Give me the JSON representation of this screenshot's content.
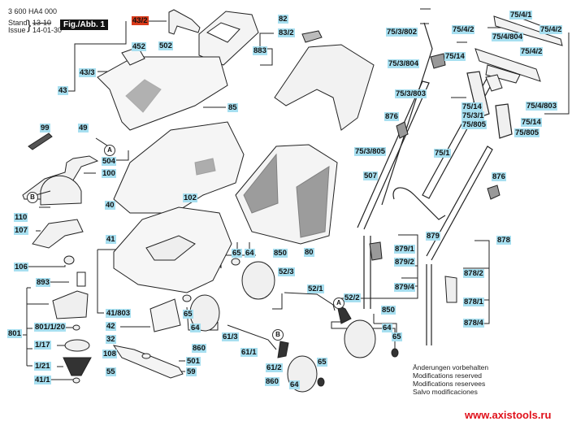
{
  "header": {
    "part_number": "3 600 HA4 000",
    "stand_label": "Stand",
    "issue_label": "Issue",
    "stand_value": "13-10",
    "issue_value": "14-01-30",
    "figure_label": "Fig./Abb. 1"
  },
  "colors": {
    "label_bg": "#a7dff0",
    "highlight_bg": "#d93a1a",
    "watermark": "#e0101a"
  },
  "labels": {
    "l43_2": "43/2",
    "l452": "452",
    "l502": "502",
    "l82": "82",
    "l83_2": "83/2",
    "l883": "883",
    "l43_3": "43/3",
    "l43": "43",
    "l85": "85",
    "l99": "99",
    "l49": "49",
    "l504": "504",
    "l100": "100",
    "l40": "40",
    "l102": "102",
    "l110": "110",
    "l107": "107",
    "l41": "41",
    "l106": "106",
    "l893": "893",
    "l801": "801",
    "l801_1_20": "801/1/20",
    "l1_17": "1/17",
    "l1_21": "1/21",
    "l41_1": "41/1",
    "l41_803": "41/803",
    "l42": "42",
    "l32": "32",
    "l108": "108",
    "l55": "55",
    "l501": "501",
    "l59": "59",
    "l65a": "65",
    "l64a": "64",
    "l850a": "850",
    "l80": "80",
    "l52_3": "52/3",
    "l52_1": "52/1",
    "l52_2": "52/2",
    "l65b": "65",
    "l64b": "64",
    "l860a": "860",
    "l61_3": "61/3",
    "l61_1": "61/1",
    "l61_2": "61/2",
    "l860b": "860",
    "l64c": "64",
    "l65c": "65",
    "l850b": "850",
    "l64d": "64",
    "l65d": "65",
    "l75_4_1": "75/4/1",
    "l75_4_2a": "75/4/2",
    "l75_4_2b": "75/4/2",
    "l75_4_804": "75/4/804",
    "l75_4_2c": "75/4/2",
    "l75_3_802": "75/3/802",
    "l75_3_804": "75/3/804",
    "l75_14a": "75/14",
    "l75_3_803": "75/3/803",
    "l75_14b": "75/14",
    "l75_3_1": "75/3/1",
    "l75_805a": "75/805",
    "l75_4_803": "75/4/803",
    "l75_14c": "75/14",
    "l75_805b": "75/805",
    "l876a": "876",
    "l75_3_805": "75/3/805",
    "l75_1": "75/1",
    "l507": "507",
    "l876b": "876",
    "l879": "879",
    "l879_1": "879/1",
    "l879_2": "879/2",
    "l879_4": "879/4",
    "l878": "878",
    "l878_2": "878/2",
    "l878_1": "878/1",
    "l878_4": "878/4"
  },
  "callouts": {
    "a1": "A",
    "b1": "B",
    "a2": "A",
    "b2": "B"
  },
  "notes": [
    "Änderungen vorbehalten",
    "Modifications reserved",
    "Modifications reservees",
    "Salvo modificaciones"
  ],
  "watermark": "www.axistools.ru"
}
